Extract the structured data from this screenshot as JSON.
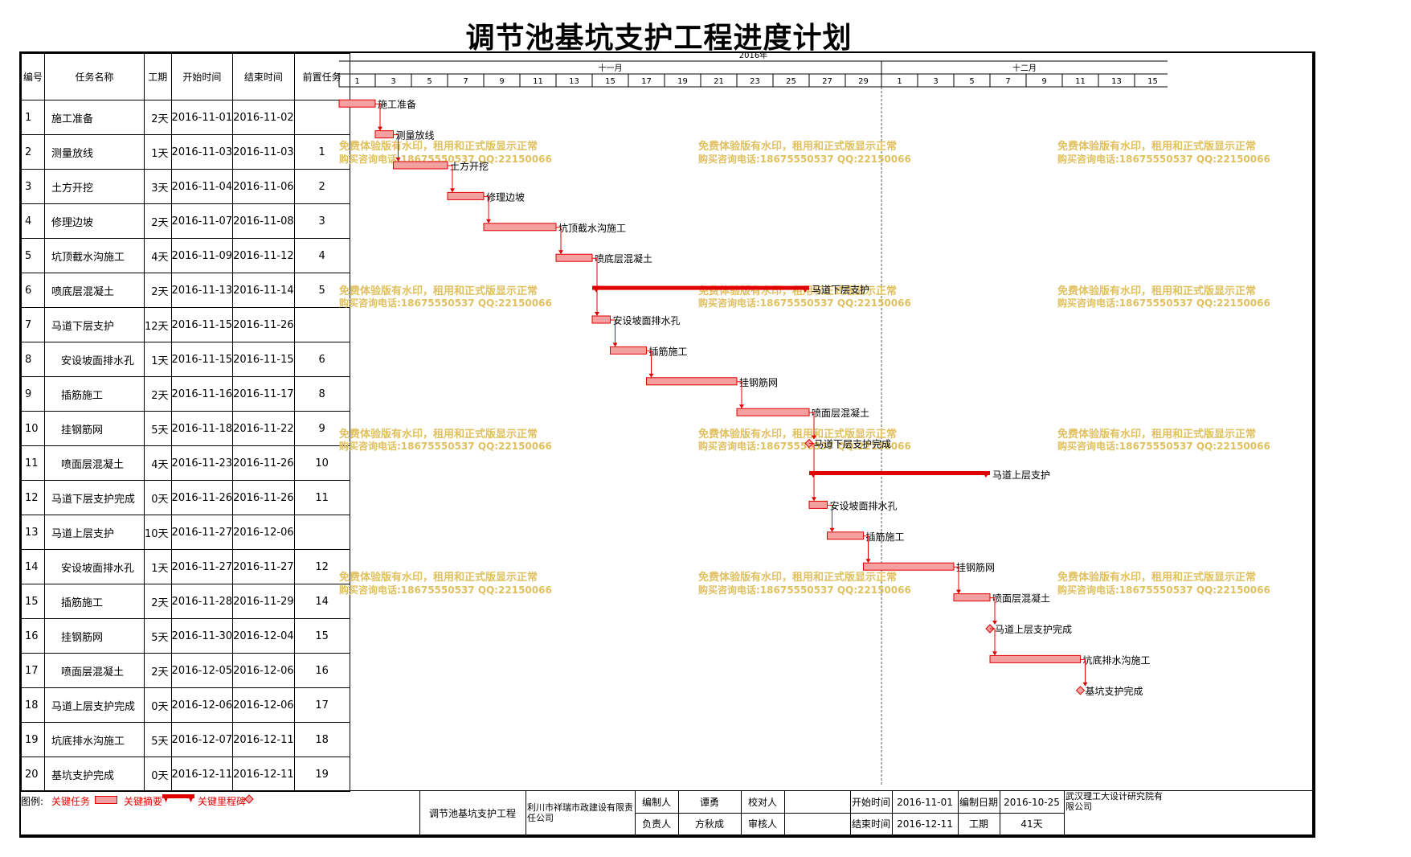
{
  "title": "调节池基坑支护工程进度计划",
  "table_headers": {
    "id": "编号",
    "name": "任务名称",
    "duration": "工期",
    "start": "开始时间",
    "end": "结束时间",
    "pred": "前置任务"
  },
  "timeline": {
    "year": "2016年",
    "months": [
      {
        "label": "十一月",
        "days": [
          "1",
          "3",
          "5",
          "7",
          "9",
          "11",
          "13",
          "15",
          "17",
          "19",
          "21",
          "23",
          "25",
          "27",
          "29"
        ]
      },
      {
        "label": "十二月",
        "days": [
          "1",
          "3",
          "5",
          "7",
          "9",
          "11",
          "13",
          "15"
        ]
      }
    ]
  },
  "chart_data": {
    "type": "gantt",
    "start_date": "2016-11-01",
    "end_date": "2016-12-15",
    "tasks": [
      {
        "id": "1",
        "name": "施工准备",
        "duration": "2天",
        "start": "2016-11-01",
        "end": "2016-11-02",
        "pred": "",
        "kind": "task",
        "indent": 0
      },
      {
        "id": "2",
        "name": "测量放线",
        "duration": "1天",
        "start": "2016-11-03",
        "end": "2016-11-03",
        "pred": "1",
        "kind": "task",
        "indent": 0
      },
      {
        "id": "3",
        "name": "土方开挖",
        "duration": "3天",
        "start": "2016-11-04",
        "end": "2016-11-06",
        "pred": "2",
        "kind": "task",
        "indent": 0
      },
      {
        "id": "4",
        "name": "修理边坡",
        "duration": "2天",
        "start": "2016-11-07",
        "end": "2016-11-08",
        "pred": "3",
        "kind": "task",
        "indent": 0
      },
      {
        "id": "5",
        "name": "坑顶截水沟施工",
        "duration": "4天",
        "start": "2016-11-09",
        "end": "2016-11-12",
        "pred": "4",
        "kind": "task",
        "indent": 0
      },
      {
        "id": "6",
        "name": "喷底层混凝土",
        "duration": "2天",
        "start": "2016-11-13",
        "end": "2016-11-14",
        "pred": "5",
        "kind": "task",
        "indent": 0
      },
      {
        "id": "7",
        "name": "马道下层支护",
        "duration": "12天",
        "start": "2016-11-15",
        "end": "2016-11-26",
        "pred": "",
        "kind": "summary",
        "indent": 0
      },
      {
        "id": "8",
        "name": "安设坡面排水孔",
        "duration": "1天",
        "start": "2016-11-15",
        "end": "2016-11-15",
        "pred": "6",
        "kind": "task",
        "indent": 1
      },
      {
        "id": "9",
        "name": "插筋施工",
        "duration": "2天",
        "start": "2016-11-16",
        "end": "2016-11-17",
        "pred": "8",
        "kind": "task",
        "indent": 1
      },
      {
        "id": "10",
        "name": "挂钢筋网",
        "duration": "5天",
        "start": "2016-11-18",
        "end": "2016-11-22",
        "pred": "9",
        "kind": "task",
        "indent": 1
      },
      {
        "id": "11",
        "name": "喷面层混凝土",
        "duration": "4天",
        "start": "2016-11-23",
        "end": "2016-11-26",
        "pred": "10",
        "kind": "task",
        "indent": 1
      },
      {
        "id": "12",
        "name": "马道下层支护完成",
        "duration": "0天",
        "start": "2016-11-26",
        "end": "2016-11-26",
        "pred": "11",
        "kind": "milestone",
        "indent": 0
      },
      {
        "id": "13",
        "name": "马道上层支护",
        "duration": "10天",
        "start": "2016-11-27",
        "end": "2016-12-06",
        "pred": "",
        "kind": "summary",
        "indent": 0
      },
      {
        "id": "14",
        "name": "安设坡面排水孔",
        "duration": "1天",
        "start": "2016-11-27",
        "end": "2016-11-27",
        "pred": "12",
        "kind": "task",
        "indent": 1
      },
      {
        "id": "15",
        "name": "插筋施工",
        "duration": "2天",
        "start": "2016-11-28",
        "end": "2016-11-29",
        "pred": "14",
        "kind": "task",
        "indent": 1
      },
      {
        "id": "16",
        "name": "挂钢筋网",
        "duration": "5天",
        "start": "2016-11-30",
        "end": "2016-12-04",
        "pred": "15",
        "kind": "task",
        "indent": 1
      },
      {
        "id": "17",
        "name": "喷面层混凝土",
        "duration": "2天",
        "start": "2016-12-05",
        "end": "2016-12-06",
        "pred": "16",
        "kind": "task",
        "indent": 1
      },
      {
        "id": "18",
        "name": "马道上层支护完成",
        "duration": "0天",
        "start": "2016-12-06",
        "end": "2016-12-06",
        "pred": "17",
        "kind": "milestone",
        "indent": 0
      },
      {
        "id": "19",
        "name": "坑底排水沟施工",
        "duration": "5天",
        "start": "2016-12-07",
        "end": "2016-12-11",
        "pred": "18",
        "kind": "task",
        "indent": 0
      },
      {
        "id": "20",
        "name": "基坑支护完成",
        "duration": "0天",
        "start": "2016-12-11",
        "end": "2016-12-11",
        "pred": "19",
        "kind": "milestone",
        "indent": 0
      }
    ],
    "colors": {
      "task_fill": "#f4a0a0",
      "task_stroke": "#e00000",
      "summary": "#e00000",
      "link": "#e00000"
    }
  },
  "watermark": {
    "line1": "免费体验版有水印，租用和正式版显示正常",
    "line2": "购买咨询电话:18675550537 QQ:22150066",
    "color": "#e0c060"
  },
  "legend": {
    "prefix": "图例:",
    "task": "关键任务",
    "summary": "关键摘要",
    "milestone": "关键里程碑"
  },
  "footer": {
    "project": "调节池基坑支护工程",
    "company": "利川市祥瑞市政建设有限责任公司",
    "editor_label": "编制人",
    "editor": "谭勇",
    "checker_label": "校对人",
    "checker": "",
    "leader_label": "负责人",
    "leader": "方秋成",
    "reviewer_label": "审核人",
    "reviewer": "",
    "start_label": "开始时间",
    "start": "2016-11-01",
    "end_label": "结束时间",
    "end": "2016-12-11",
    "date_label": "编制日期",
    "date": "2016-10-25",
    "period_label": "工期",
    "period": "41天",
    "designer": "武汉理工大设计研究院有限公司"
  }
}
